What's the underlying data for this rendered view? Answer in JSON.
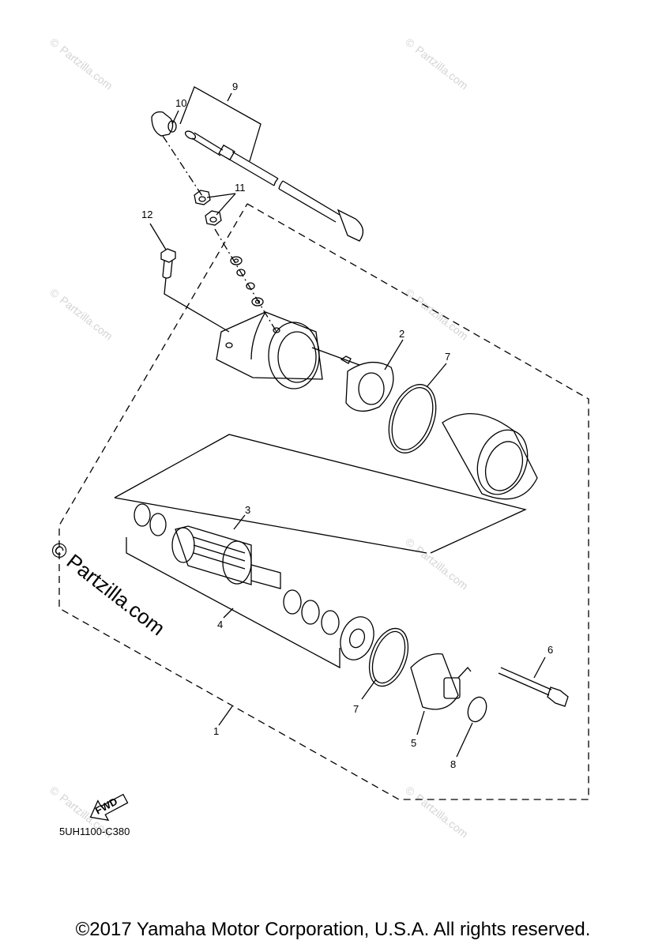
{
  "watermark": {
    "text": "Partzilla.com",
    "symbol": "©"
  },
  "callouts": {
    "c1": "1",
    "c2": "2",
    "c3": "3",
    "c4": "4",
    "c5": "5",
    "c6": "6",
    "c7a": "7",
    "c7b": "7",
    "c8": "8",
    "c9": "9",
    "c10": "10",
    "c11": "11",
    "c12": "12"
  },
  "fwd_label": "FWD",
  "diagram_code": "5UH1100-C380",
  "copyright": "©2017 Yamaha Motor Corporation, U.S.A. All rights reserved."
}
